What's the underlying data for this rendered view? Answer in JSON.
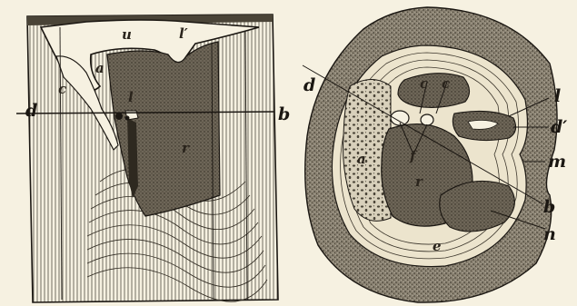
{
  "figure": {
    "left_panel": {
      "labels": {
        "u": "u",
        "l_prime": "l′",
        "a": "a",
        "c": "c",
        "l": "l",
        "r": "r",
        "d": "d",
        "b": "b"
      }
    },
    "right_panel": {
      "labels": {
        "d": "d",
        "c_left": "c",
        "c_right": "c",
        "a": "a",
        "f": "f",
        "r": "r",
        "e": "e",
        "l": "l",
        "d_prime": "d′",
        "m": "m",
        "b": "b",
        "n": "n"
      }
    },
    "colors": {
      "paper": "#f6f1e1",
      "ink": "#1b1712",
      "dark_tissue": "#6e6658",
      "cortex": "#8a8272"
    }
  }
}
